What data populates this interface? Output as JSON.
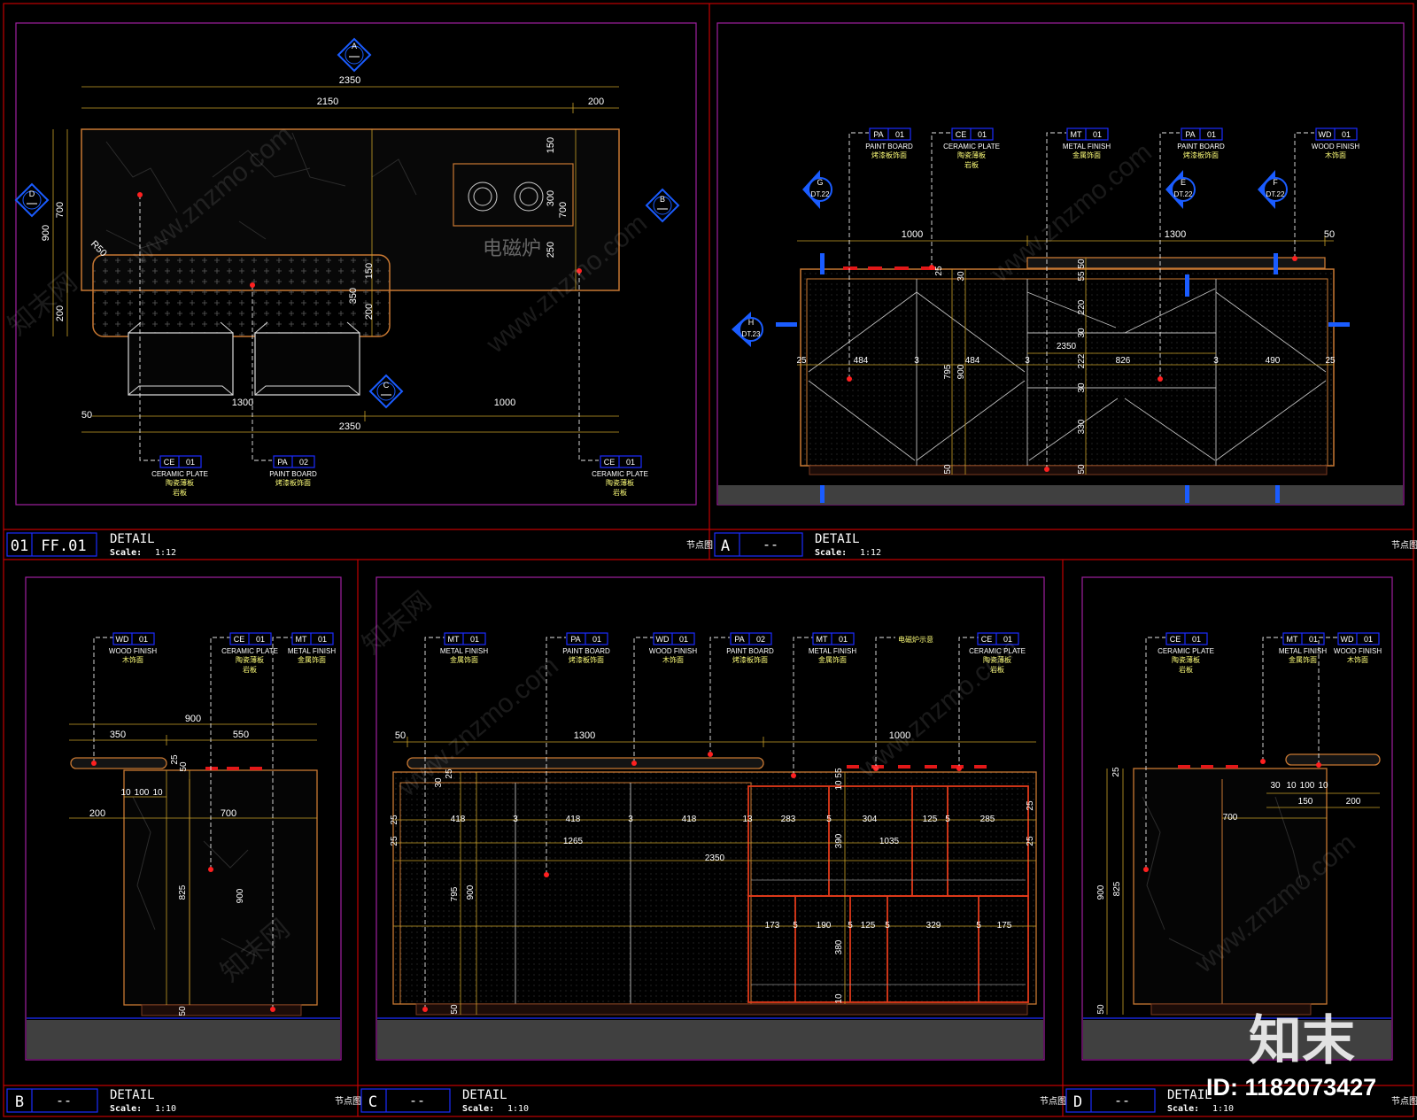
{
  "colors": {
    "background": "#000000",
    "frame": "#c00000",
    "viewport": "#a020a0",
    "dimension": "#c8a028",
    "leader": "#e6e6e6",
    "tag_box": "#1a2cff",
    "symbol": "#1a5cff",
    "counter": "#c87832",
    "text": "#ffffff",
    "tag_text": "#ffff7a",
    "ground": "#404040",
    "watermark": "#ffffff"
  },
  "watermark": {
    "site": "www.znzmo.com",
    "brand_cn": "知末网",
    "logo": "知末",
    "id": "ID: 1182073427"
  },
  "panels": {
    "p01": {
      "number": "01",
      "code": "FF.01",
      "title": "DETAIL",
      "scale_label": "Scale:",
      "scale": "1:12",
      "note": "节点图",
      "appliance_label": "电磁炉",
      "symbols": {
        "A": "A",
        "B": "B",
        "C": "C",
        "D": "D"
      },
      "dims": {
        "overall_top": "2350",
        "top_left": "2150",
        "top_right": "200",
        "left_outer": "900",
        "left_inner": "700",
        "left_lower": "200",
        "r150": "150",
        "r300": "300",
        "r700": "700",
        "r250": "250",
        "r350": "350",
        "r200b": "200",
        "r150b": "150",
        "corner": "R50",
        "bottom_1300": "1300",
        "bottom_1000": "1000",
        "bottom_50": "50",
        "bottom_overall": "2350"
      },
      "tags": [
        {
          "code": "CE",
          "num": "01",
          "en": "CERAMIC PLATE",
          "cn1": "陶瓷薄板",
          "cn2": "岩板"
        },
        {
          "code": "PA",
          "num": "02",
          "en": "PAINT BOARD",
          "cn1": "烤漆板饰面",
          "cn2": ""
        },
        {
          "code": "CE",
          "num": "01",
          "en": "CERAMIC PLATE",
          "cn1": "陶瓷薄板",
          "cn2": "岩板"
        }
      ]
    },
    "pA": {
      "number": "A",
      "code": "--",
      "title": "DETAIL",
      "scale_label": "Scale:",
      "scale": "1:12",
      "note": "节点图",
      "section_marks": [
        {
          "letter": "G",
          "ref": "DT.22"
        },
        {
          "letter": "E",
          "ref": "DT.22"
        },
        {
          "letter": "F",
          "ref": "DT.22"
        },
        {
          "letter": "H",
          "ref": "DT.23"
        }
      ],
      "dims": {
        "top_1000": "1000",
        "top_1300": "1300",
        "top_50": "50",
        "d25": "25",
        "w25l": "25",
        "w484a": "484",
        "w3a": "3",
        "w484b": "484",
        "w3b": "3",
        "w2350": "2350",
        "w826": "826",
        "w3c": "3",
        "w490": "490",
        "w25r": "25",
        "h795": "795",
        "h900": "900",
        "h5550": "55 50",
        "h220": "220",
        "h30a": "30",
        "h222": "222",
        "h30b": "30",
        "h330": "330",
        "h50": "50",
        "h50b": "50",
        "h30c": "30"
      },
      "tags": [
        {
          "code": "PA",
          "num": "01",
          "en": "PAINT BOARD",
          "cn1": "烤漆板饰面",
          "cn2": ""
        },
        {
          "code": "CE",
          "num": "01",
          "en": "CERAMIC PLATE",
          "cn1": "陶瓷薄板",
          "cn2": "岩板"
        },
        {
          "code": "MT",
          "num": "01",
          "en": "METAL FINISH",
          "cn1": "金属饰面",
          "cn2": ""
        },
        {
          "code": "PA",
          "num": "01",
          "en": "PAINT BOARD",
          "cn1": "烤漆板饰面",
          "cn2": ""
        },
        {
          "code": "WD",
          "num": "01",
          "en": "WOOD FINISH",
          "cn1": "木饰面",
          "cn2": ""
        }
      ]
    },
    "pB": {
      "number": "B",
      "code": "--",
      "title": "DETAIL",
      "scale_label": "Scale:",
      "scale": "1:10",
      "note": "节点图",
      "dims": {
        "w900": "900",
        "w350": "350",
        "w550": "550",
        "d25": "25",
        "d50": "50",
        "d10a": "10",
        "d100": "100",
        "d10b": "10",
        "w200": "200",
        "w700": "700",
        "h825": "825",
        "h900": "900",
        "h50": "50"
      },
      "tags": [
        {
          "code": "WD",
          "num": "01",
          "en": "WOOD FINISH",
          "cn1": "木饰面",
          "cn2": ""
        },
        {
          "code": "CE",
          "num": "01",
          "en": "CERAMIC PLATE",
          "cn1": "陶瓷薄板",
          "cn2": "岩板"
        },
        {
          "code": "MT",
          "num": "01",
          "en": "METAL FINISH",
          "cn1": "金属饰面",
          "cn2": ""
        }
      ]
    },
    "pC": {
      "number": "C",
      "code": "--",
      "title": "DETAIL",
      "scale_label": "Scale:",
      "scale": "1:10",
      "note": "节点图",
      "dims": {
        "top_50": "50",
        "top_1300": "1300",
        "top_1000": "1000",
        "w418a": "418",
        "w3a": "3",
        "w418b": "418",
        "w3b": "3",
        "w418c": "418",
        "w13": "13",
        "w283": "283",
        "w5a": "5",
        "w304": "304",
        "w125": "125",
        "w5b": "5",
        "w285": "285",
        "w1265": "1265",
        "w1035": "1035",
        "w2350": "2350",
        "w173": "173",
        "w5c": "5",
        "w190": "190",
        "w5d": "5",
        "w125b": "125",
        "w5e": "5",
        "w329": "329",
        "w5f": "5",
        "w175": "175",
        "h25a": "25",
        "h25b": "25",
        "h25c": "25",
        "h25d": "25",
        "h30": "30",
        "h25e": "25",
        "h1055": "10 55",
        "h390": "390",
        "h380": "380",
        "h10": "10",
        "h795": "795",
        "h900": "900",
        "h50": "50"
      },
      "tags": [
        {
          "code": "MT",
          "num": "01",
          "en": "METAL FINISH",
          "cn1": "金属饰面",
          "cn2": ""
        },
        {
          "code": "PA",
          "num": "01",
          "en": "PAINT BOARD",
          "cn1": "烤漆板饰面",
          "cn2": ""
        },
        {
          "code": "WD",
          "num": "01",
          "en": "WOOD FINISH",
          "cn1": "木饰面",
          "cn2": ""
        },
        {
          "code": "PA",
          "num": "02",
          "en": "PAINT BOARD",
          "cn1": "烤漆板饰面",
          "cn2": ""
        },
        {
          "code": "MT",
          "num": "01",
          "en": "METAL FINISH",
          "cn1": "金属饰面",
          "cn2": ""
        },
        {
          "code": "",
          "num": "",
          "en": "",
          "cn1": "电磁炉示意",
          "cn2": ""
        },
        {
          "code": "CE",
          "num": "01",
          "en": "CERAMIC PLATE",
          "cn1": "陶瓷薄板",
          "cn2": "岩板"
        }
      ]
    },
    "pD": {
      "number": "D",
      "code": "--",
      "title": "DETAIL",
      "scale_label": "Scale:",
      "scale": "1:10",
      "note": "节点图",
      "dims": {
        "d25": "25",
        "d30": "30",
        "d10a": "10",
        "d100": "100",
        "d10b": "10",
        "d150": "150",
        "w200": "200",
        "w700": "700",
        "h900": "900",
        "h825": "825",
        "h50": "50"
      },
      "tags": [
        {
          "code": "CE",
          "num": "01",
          "en": "CERAMIC PLATE",
          "cn1": "陶瓷薄板",
          "cn2": "岩板"
        },
        {
          "code": "MT",
          "num": "01",
          "en": "METAL FINISH",
          "cn1": "金属饰面",
          "cn2": ""
        },
        {
          "code": "WD",
          "num": "01",
          "en": "WOOD FINISH",
          "cn1": "木饰面",
          "cn2": ""
        }
      ]
    }
  }
}
